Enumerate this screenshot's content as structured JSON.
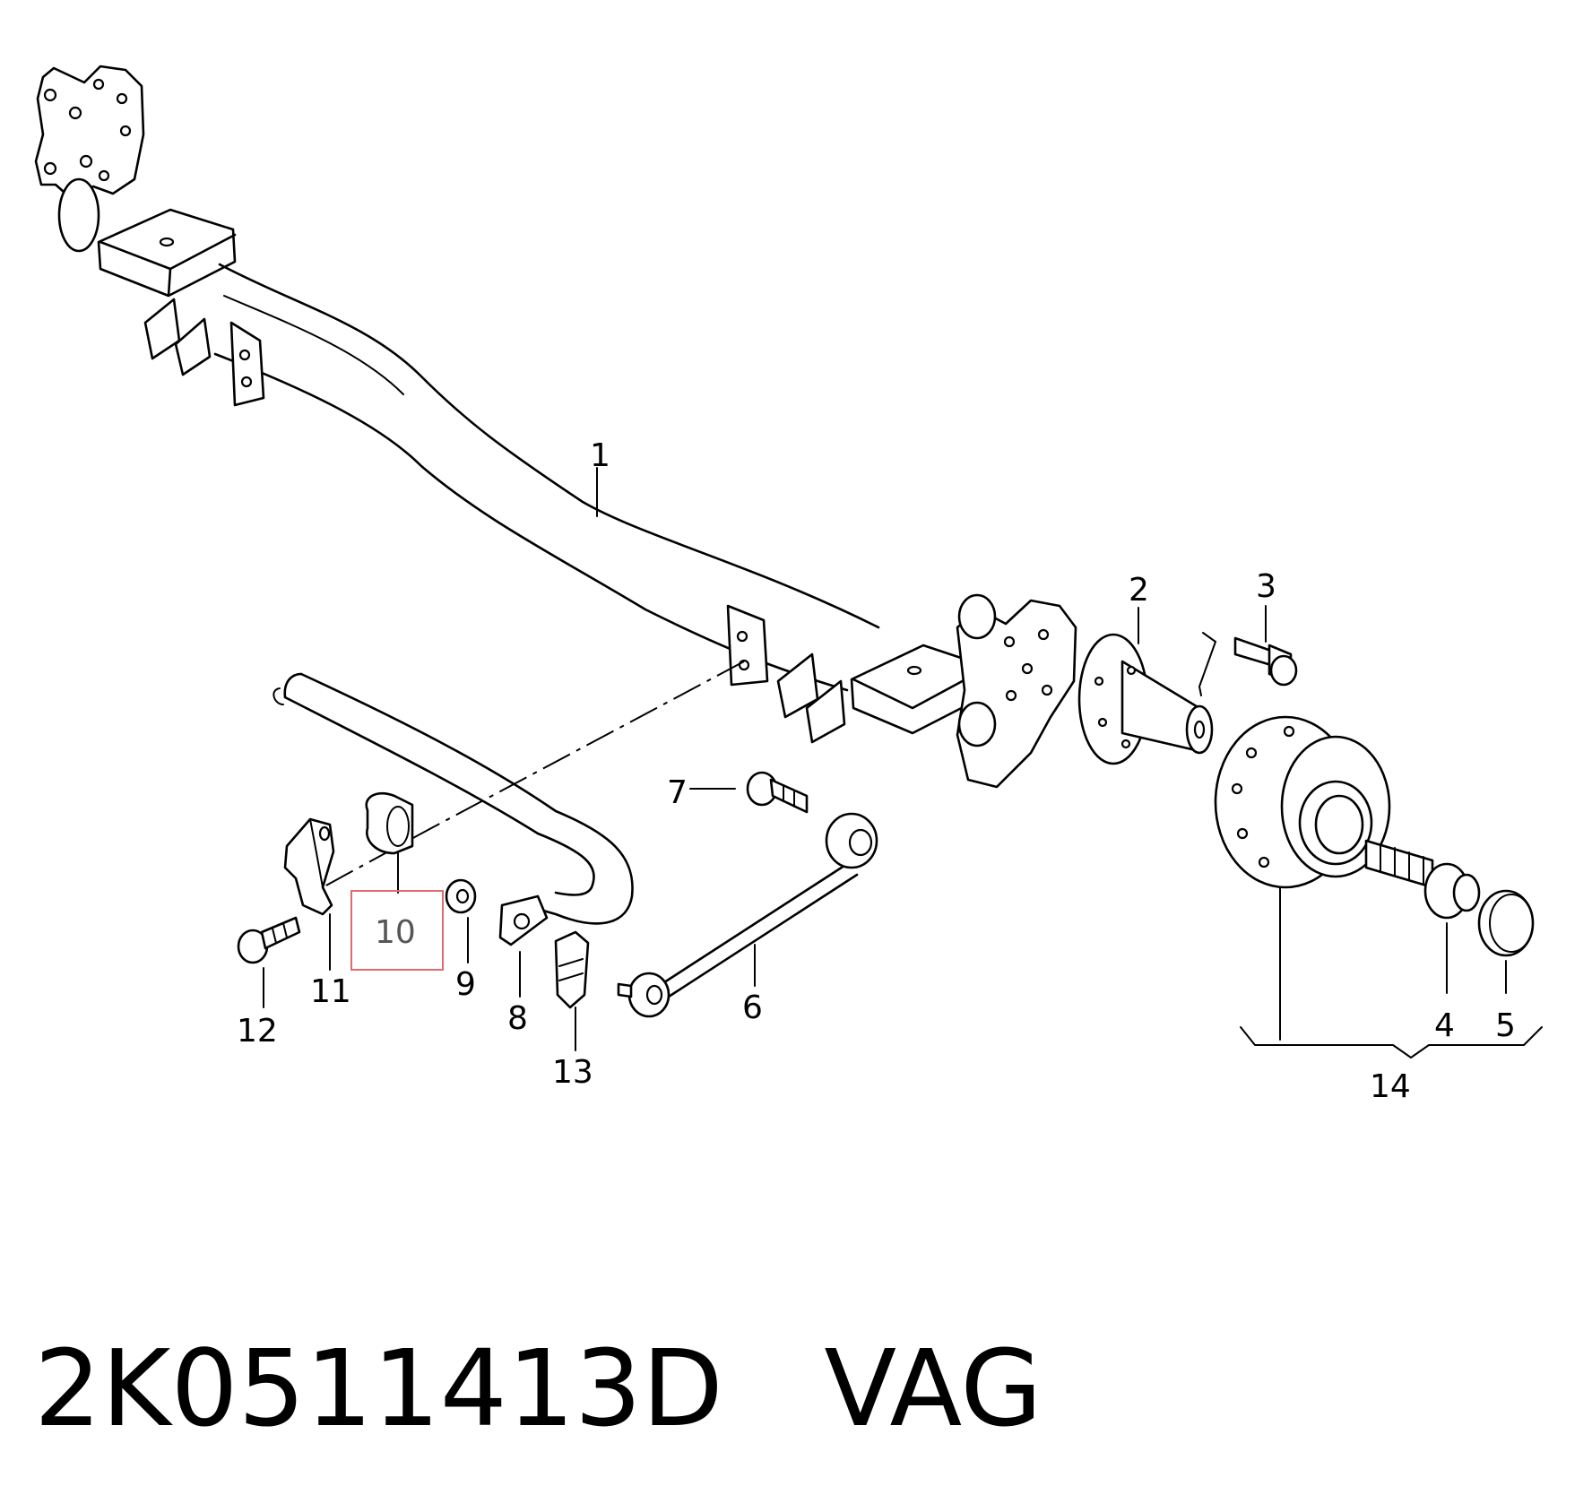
{
  "callouts": {
    "c1": "1",
    "c2": "2",
    "c3": "3",
    "c4": "4",
    "c5": "5",
    "c6": "6",
    "c7": "7",
    "c8": "8",
    "c9": "9",
    "c10": "10",
    "c11": "11",
    "c12": "12",
    "c13": "13",
    "c14": "14"
  },
  "highlighted_callout": "10",
  "highlight_color": "#e06a70",
  "footer": {
    "part_number": "2K0511413D",
    "brand": "VAG"
  }
}
